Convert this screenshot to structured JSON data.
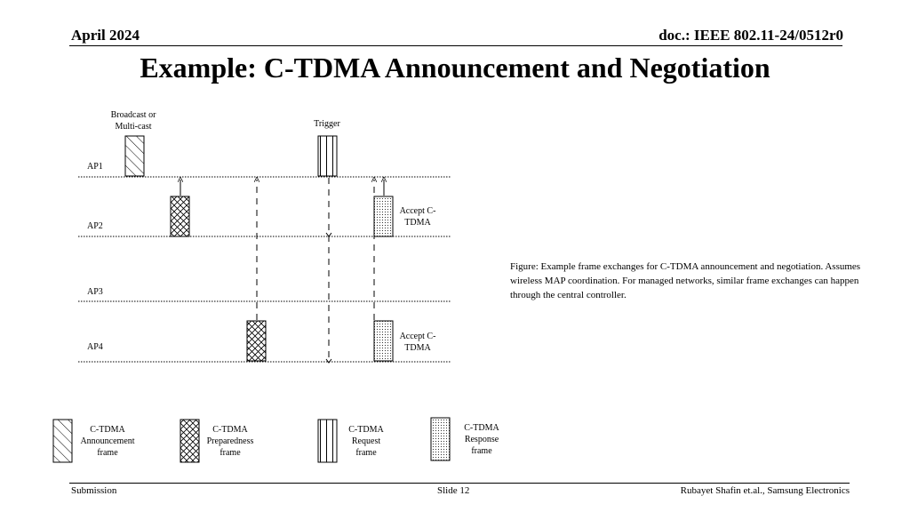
{
  "header": {
    "date": "April 2024",
    "doc_id": "doc.: IEEE 802.11-24/0512r0"
  },
  "slide_title": "Example: C-TDMA Announcement and Negotiation",
  "diagram": {
    "broadcast_label_line1": "Broadcast or",
    "broadcast_label_line2": "Multi-cast",
    "trigger_label": "Trigger",
    "ap_labels": [
      "AP1",
      "AP2",
      "AP3",
      "AP4"
    ],
    "accept_ap2_line1": "Accept C-",
    "accept_ap2_line2": "TDMA",
    "accept_ap4_line1": "Accept C-",
    "accept_ap4_line2": "TDMA"
  },
  "caption": "Figure: Example frame exchanges for C-TDMA announcement and negotiation. Assumes wireless MAP  coordination. For managed networks, similar frame exchanges can happen through the central controller.",
  "legend": [
    {
      "line1": "C-TDMA",
      "line2": "Announcement",
      "line3": "frame",
      "pattern": "diagonal"
    },
    {
      "line1": "C-TDMA",
      "line2": "Preparedness",
      "line3": "frame",
      "pattern": "cross"
    },
    {
      "line1": "C-TDMA",
      "line2": "Request",
      "line3": "frame",
      "pattern": "vertical"
    },
    {
      "line1": "C-TDMA",
      "line2": "Response",
      "line3": "frame",
      "pattern": "dots"
    }
  ],
  "footer": {
    "left": "Submission",
    "center": "Slide 12",
    "right": "Rubayet Shafin et.al., Samsung Electronics"
  }
}
